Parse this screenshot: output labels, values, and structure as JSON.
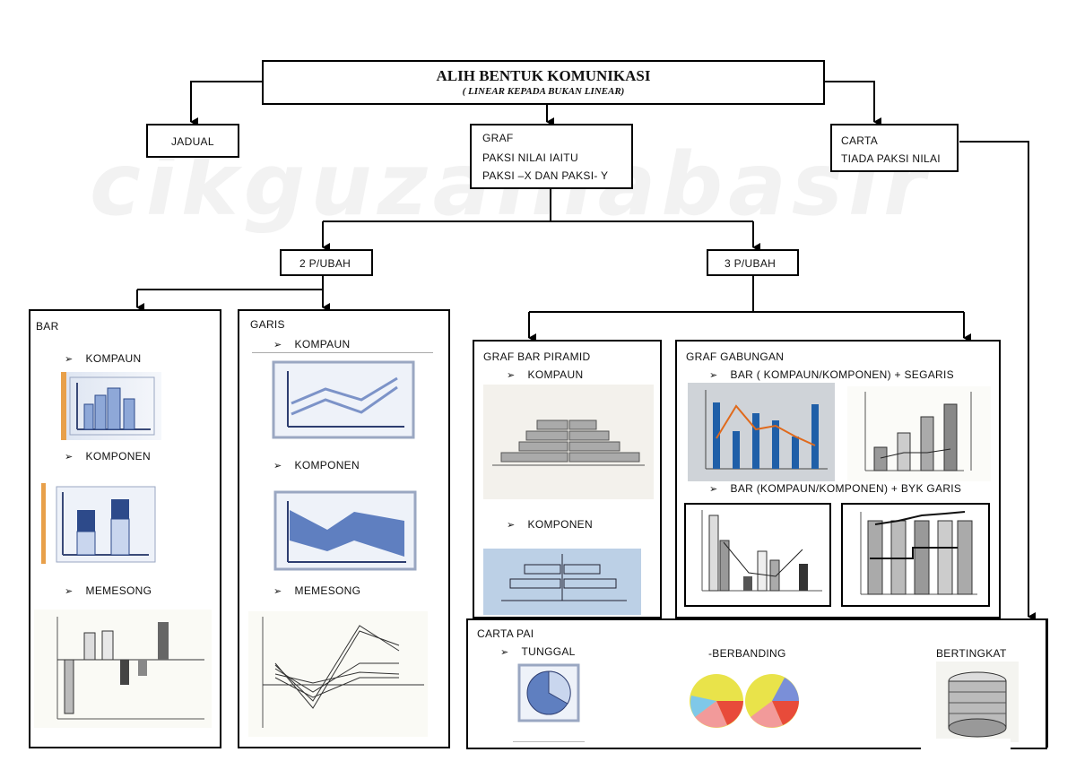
{
  "watermark": "cikguzainabasir",
  "root": {
    "title": "ALIH BENTUK KOMUNIKASI",
    "subtitle": "( LINEAR KEPADA BUKAN LINEAR)"
  },
  "jadual": "JADUAL",
  "graf": {
    "line1": "GRAF",
    "line2": "PAKSI NILAI IAITU",
    "line3": "PAKSI –X DAN PAKSI- Y"
  },
  "carta": {
    "line1": "CARTA",
    "line2": "TIADA PAKSI NILAI"
  },
  "two_var": "2 P/UBAH",
  "three_var": "3 P/UBAH",
  "bar": {
    "title": "BAR",
    "items": [
      "KOMPAUN",
      "KOMPONEN",
      "MEMESONG"
    ]
  },
  "garis": {
    "title": "GARIS",
    "items": [
      "KOMPAUN",
      "KOMPONEN",
      "MEMESONG"
    ]
  },
  "piramid": {
    "title": "GRAF BAR PIRAMID",
    "items": [
      "KOMPAUN",
      "KOMPONEN"
    ]
  },
  "gabungan": {
    "title": "GRAF GABUNGAN",
    "items": [
      "BAR ( KOMPAUN/KOMPONEN) + SEGARIS",
      "BAR (KOMPAUN/KOMPONEN) + BYK GARIS"
    ]
  },
  "pai": {
    "title": "CARTA PAI",
    "tunggal": "TUNGGAL",
    "berbanding": "-BERBANDING",
    "bertingkat": "BERTINGKAT"
  },
  "colors": {
    "border": "#000000",
    "blue": "#4a6fb0",
    "orange": "#e06a1c"
  }
}
